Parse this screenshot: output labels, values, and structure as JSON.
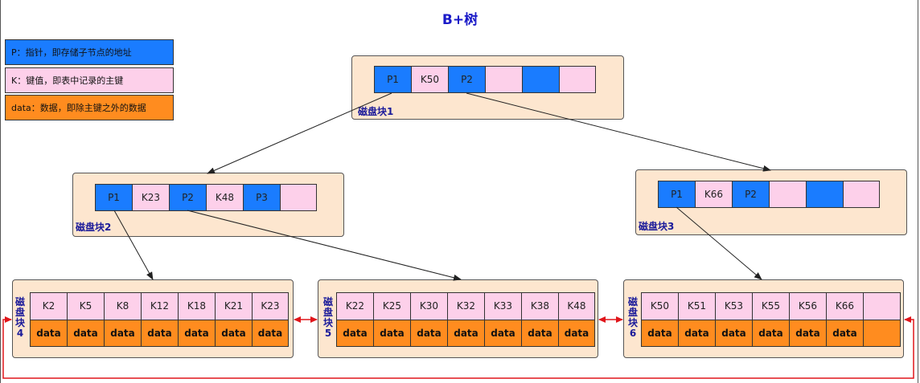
{
  "title": "B+树",
  "legend": [
    {
      "text": "P：指针，即存储子节点的地址",
      "color": "#1a7cff"
    },
    {
      "text": "K：键值，即表中记录的主键",
      "color": "#fdd0ea"
    },
    {
      "text": "data：数据，即除主键之外的数据",
      "color": "#ff8c1f"
    }
  ],
  "colors": {
    "pointer": "#1a7cff",
    "key": "#fdd0ea",
    "data": "#ff8c1f",
    "block": "#fde6cf",
    "leaf_link": "#e0161b"
  },
  "block1": {
    "label": "磁盘块1",
    "cells": [
      "P1",
      "K50",
      "P2",
      "",
      "",
      ""
    ]
  },
  "block2": {
    "label": "磁盘块2",
    "cells": [
      "P1",
      "K23",
      "P2",
      "K48",
      "P3",
      ""
    ]
  },
  "block3": {
    "label": "磁盘块3",
    "cells": [
      "P1",
      "K66",
      "P2",
      "",
      "",
      ""
    ]
  },
  "block4": {
    "label": "磁盘块4",
    "keys": [
      "K2",
      "K5",
      "K8",
      "K12",
      "K18",
      "K21",
      "K23"
    ],
    "data": [
      "data",
      "data",
      "data",
      "data",
      "data",
      "data",
      "data"
    ]
  },
  "block5": {
    "label": "磁盘块5",
    "keys": [
      "K22",
      "K25",
      "K30",
      "K32",
      "K33",
      "K38",
      "K48"
    ],
    "data": [
      "data",
      "data",
      "data",
      "data",
      "data",
      "data",
      "data"
    ]
  },
  "block6": {
    "label": "磁盘块6",
    "keys": [
      "K50",
      "K51",
      "K53",
      "K55",
      "K56",
      "K66",
      ""
    ],
    "data": [
      "data",
      "data",
      "data",
      "data",
      "data",
      "data",
      ""
    ]
  }
}
